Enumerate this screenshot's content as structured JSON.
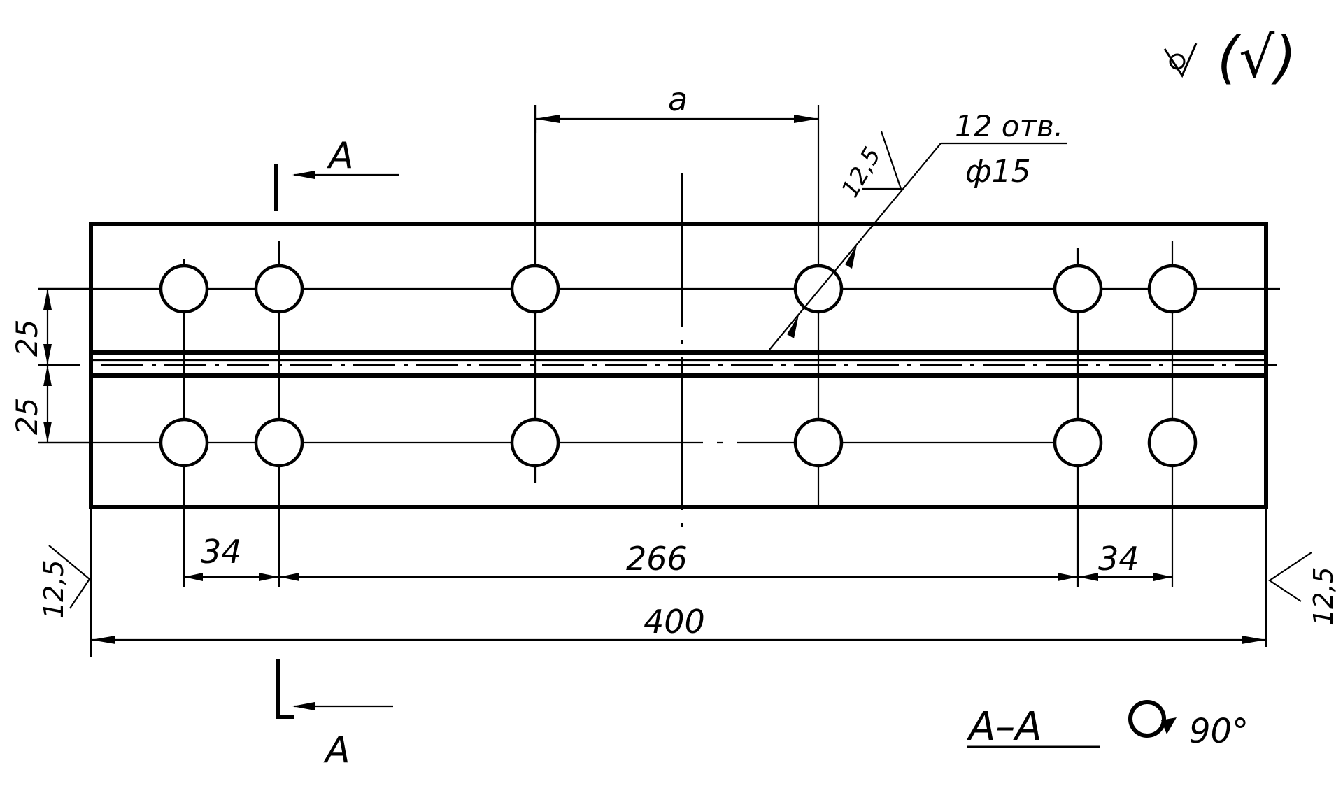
{
  "roughness": {
    "symbol": "∀",
    "paren": "(√)"
  },
  "section_marker": {
    "letter_top": "A",
    "letter_bottom": "A"
  },
  "dims": {
    "a": "a",
    "d_400": "400",
    "d_266": "266",
    "d_34_left": "34",
    "d_34_right": "34",
    "d_25_top": "25",
    "d_25_bottom": "25",
    "d_12_5_left": "12,5",
    "d_12_5_right": "12,5",
    "d_12_5_leader": "12,5"
  },
  "holes_note": {
    "count": "12 отв.",
    "diameter": "ф15"
  },
  "section_title": {
    "label": "A–A",
    "angle": "90°"
  },
  "holes": [
    {
      "col": 0,
      "row": 0
    },
    {
      "col": 1,
      "row": 0
    },
    {
      "col": 2,
      "row": 0
    },
    {
      "col": 3,
      "row": 0
    },
    {
      "col": 4,
      "row": 0
    },
    {
      "col": 5,
      "row": 0
    },
    {
      "col": 0,
      "row": 1
    },
    {
      "col": 1,
      "row": 1
    },
    {
      "col": 2,
      "row": 1
    },
    {
      "col": 3,
      "row": 1
    },
    {
      "col": 4,
      "row": 1
    },
    {
      "col": 5,
      "row": 1
    }
  ]
}
